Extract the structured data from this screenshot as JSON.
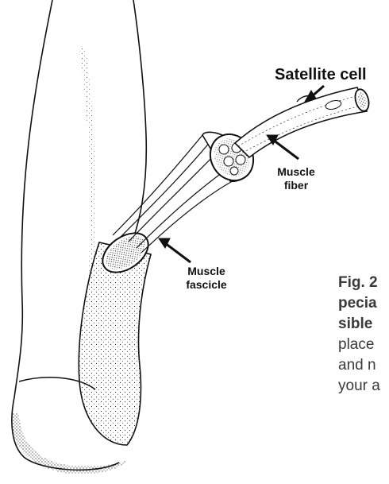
{
  "labels": {
    "satellite_cell": "Satellite cell",
    "muscle_fiber": [
      "Muscle",
      "fiber"
    ],
    "muscle_fascicle": [
      "Muscle",
      "fascicle"
    ]
  },
  "caption": {
    "bold_lines": [
      "Fig. 2",
      "pecia",
      "sible"
    ],
    "normal_lines": [
      "place",
      "and n",
      "your a"
    ]
  },
  "colors": {
    "ink": "#111111",
    "caption_text": "#3a3a3a",
    "background": "#ffffff"
  }
}
